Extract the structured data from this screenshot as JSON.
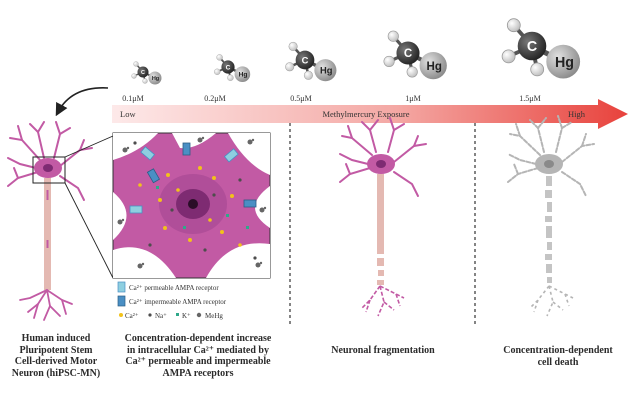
{
  "exposure": {
    "low_label": "Low",
    "middle_label": "Methylmercury Exposure",
    "high_label": "High",
    "concentrations": [
      "0.1μM",
      "0.2μM",
      "0.5μM",
      "1μM",
      "1.5μM"
    ]
  },
  "molecule": {
    "carbon": "C",
    "mercury": "Hg",
    "hydrogen": "H"
  },
  "legend": {
    "permeable": "Ca²⁺ permeable AMPA receptor",
    "impermeable": "Ca²⁺ impermeable AMPA receptor",
    "ions": [
      "Ca²⁺",
      "Na⁺",
      "K⁺",
      "MeHg"
    ]
  },
  "captions": [
    "Human induced\nPluripotent Stem\nCell-derived Motor\nNeuron (hiPSC-MN)",
    "Concentration-dependent increase\nin intracellular Ca²⁺ mediated by\nCa²⁺ permeable and impermeable\nAMPA receptors",
    "Neuronal fragmentation",
    "Concentration-dependent\ncell death"
  ],
  "colors": {
    "neuron": "#c25aa4",
    "nucleus": "#7e2b72",
    "arrow_start": "#fbe3e3",
    "arrow_end": "#e8423c",
    "receptor_permeable": "#8ecfe0",
    "receptor_impermeable": "#4a8fc4",
    "calcium": "#f2c21a",
    "sodium": "#6a6a6a",
    "potassium": "#2fa88a"
  }
}
